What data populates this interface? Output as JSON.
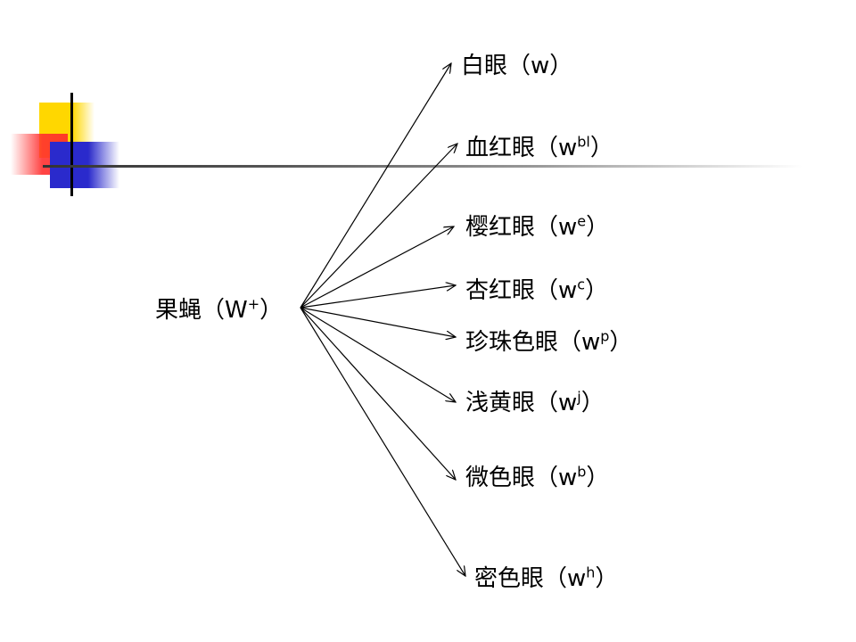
{
  "root": {
    "label": "果蝇（W",
    "sup": "+",
    "close": "）"
  },
  "alleles": [
    {
      "label": "白眼（w",
      "sup": "",
      "close": "）"
    },
    {
      "label": "血红眼（w",
      "sup": "bl",
      "close": "）"
    },
    {
      "label": "樱红眼（w",
      "sup": "e",
      "close": "）"
    },
    {
      "label": "杏红眼（w",
      "sup": "c",
      "close": "）"
    },
    {
      "label": "珍珠色眼（w",
      "sup": "p",
      "close": "）"
    },
    {
      "label": "浅黄眼（w",
      "sup": "j",
      "close": "）"
    },
    {
      "label": "微色眼（w",
      "sup": "b",
      "close": "）"
    },
    {
      "label": "密色眼（w",
      "sup": "h",
      "close": "）"
    }
  ],
  "colors": {
    "deco_yellow": "#ffd700",
    "deco_red": "#ff3030",
    "deco_blue": "#2a2acc",
    "arrow": "#000000"
  }
}
